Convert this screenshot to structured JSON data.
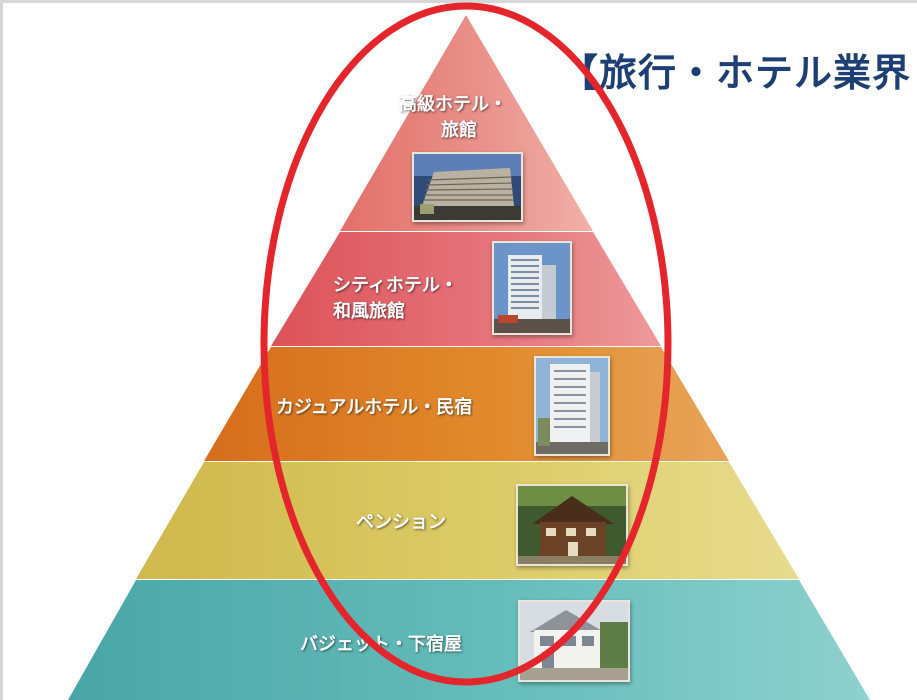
{
  "title": "【旅行・ホテル業界",
  "levels": [
    {
      "label_line1": "高級ホテル・",
      "label_line2": "旅館",
      "photo": "luxury-hotel-photo"
    },
    {
      "label_line1": "シティホテル・",
      "label_line2": "和風旅館",
      "photo": "city-hotel-photo"
    },
    {
      "label_line1": "カジュアルホテル・民宿",
      "photo": "casual-hotel-photo"
    },
    {
      "label_line1": "ペンション",
      "photo": "pension-photo"
    },
    {
      "label_line1": "バジェット・下宿屋",
      "photo": "budget-lodging-photo"
    }
  ],
  "colors": {
    "tier1": "#e58079",
    "tier2": "#e1656a",
    "tier3": "#dd8126",
    "tier4": "#d7c55a",
    "tier5": "#5cb5b3",
    "highlight_oval": "#e4262c",
    "title": "#1d3f73"
  }
}
